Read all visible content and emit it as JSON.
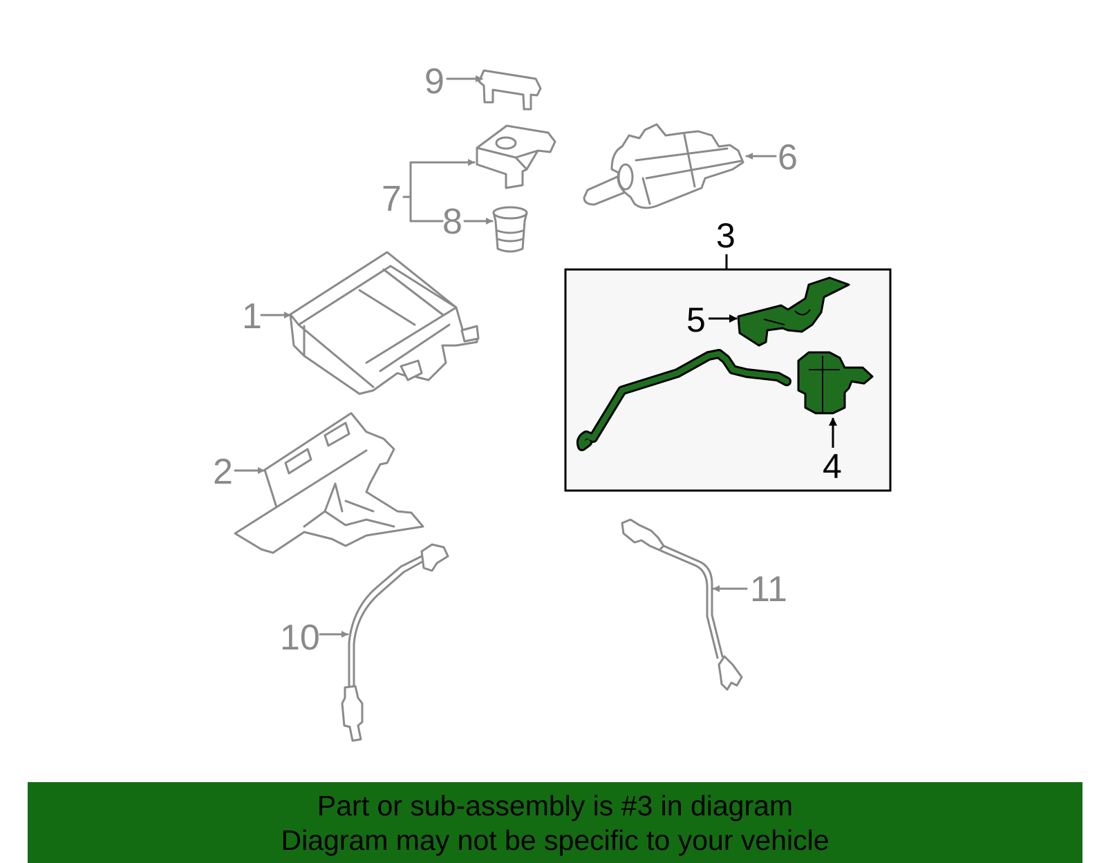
{
  "callouts": {
    "c1": "1",
    "c2": "2",
    "c3": "3",
    "c4": "4",
    "c5": "5",
    "c6": "6",
    "c7": "7",
    "c8": "8",
    "c9": "9",
    "c10": "10",
    "c11": "11"
  },
  "colors": {
    "highlight": "#1f6e1f",
    "banner": "#146c12",
    "part_outline": "#8a8a8a",
    "box_fill": "#f7f7f7"
  },
  "banner": {
    "line1": "Part or sub-assembly is #3 in diagram",
    "line2": "Diagram may not be specific to your vehicle"
  }
}
